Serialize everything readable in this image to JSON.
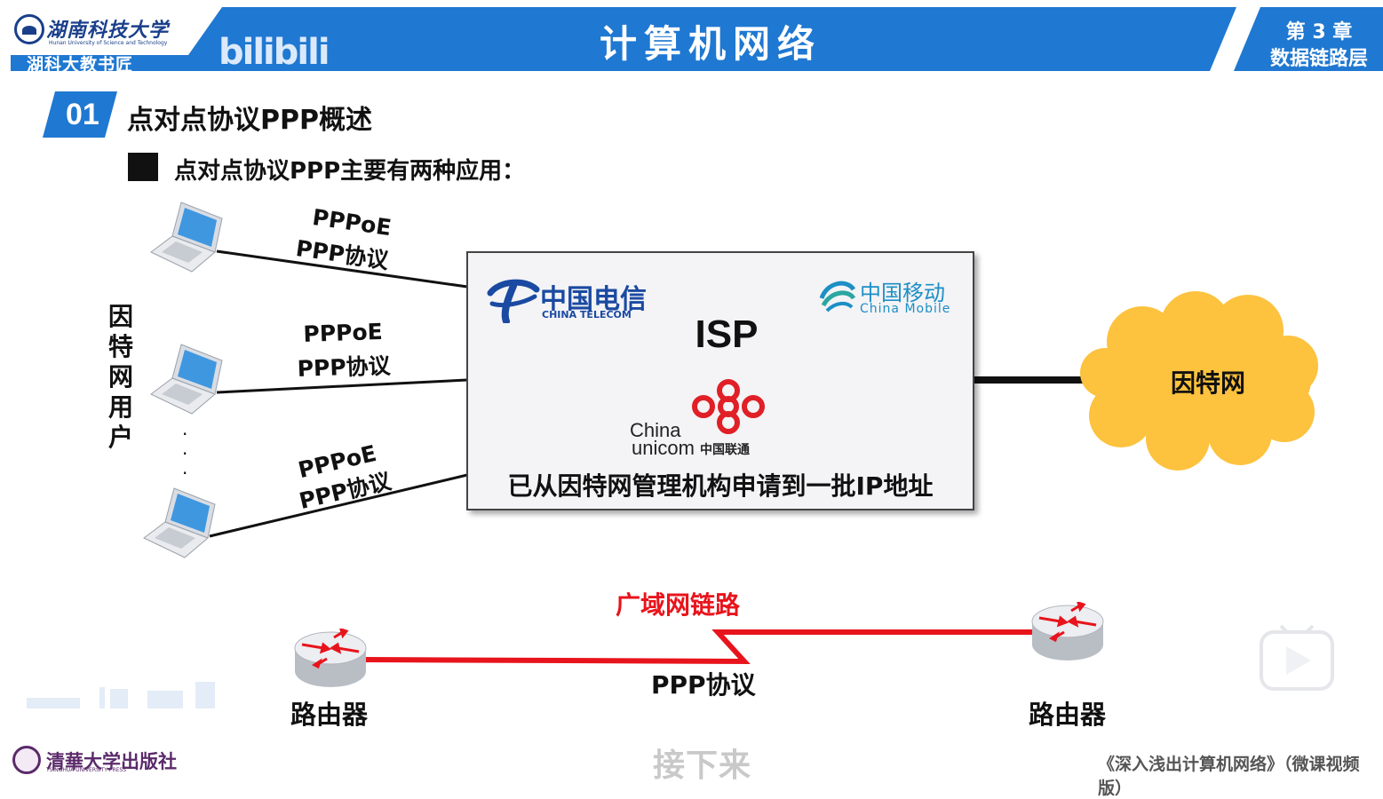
{
  "header": {
    "university_name": "湖南科技大学",
    "university_en": "Hunan University of Science and Technology",
    "overlay_text": "湖科大教书匠",
    "watermark": "bilibili",
    "title": "计算机网络",
    "chapter_line1": "第 3 章",
    "chapter_line2": "数据链路层",
    "colors": {
      "bar": "#1f78d1",
      "accent": "#7fb8ee"
    }
  },
  "section": {
    "number": "01",
    "title": "点对点协议PPP概述",
    "bullet_text": "点对点协议PPP主要有两种应用："
  },
  "top_diagram": {
    "users_label": "因特网用户",
    "links": [
      {
        "line1": "PPPoE",
        "line2": "PPP协议"
      },
      {
        "line1": "PPPoE",
        "line2": "PPP协议"
      },
      {
        "line1": "PPPoE",
        "line2": "PPP协议"
      }
    ],
    "ellipsis": "·\n·\n·",
    "isp": {
      "telecom_cn": "中国电信",
      "telecom_en": "CHINA TELECOM",
      "mobile_cn": "中国移动",
      "mobile_en": "China Mobile",
      "label": "ISP",
      "unicom_en_1": "China",
      "unicom_en_2": "unicom",
      "unicom_cn": "中国联通",
      "caption": "已从因特网管理机构申请到一批IP地址"
    },
    "internet_label": "因特网",
    "colors": {
      "cloud": "#fdc23e",
      "unicom": "#e01f26",
      "telecom": "#1a4aa1",
      "mobile": "#1c8fc5"
    }
  },
  "bottom_diagram": {
    "wan_label": "广域网链路",
    "ppp_label": "PPP协议",
    "router_left_label": "路由器",
    "router_right_label": "路由器",
    "colors": {
      "wan_link": "#e8141c"
    }
  },
  "footer": {
    "subtitle": "接下来",
    "publisher": "清華大学出版社",
    "publisher_en": "TSINGHUA UNIVERSITY PRESS",
    "book_title": "《深入浅出计算机网络》（微课视频版）"
  }
}
